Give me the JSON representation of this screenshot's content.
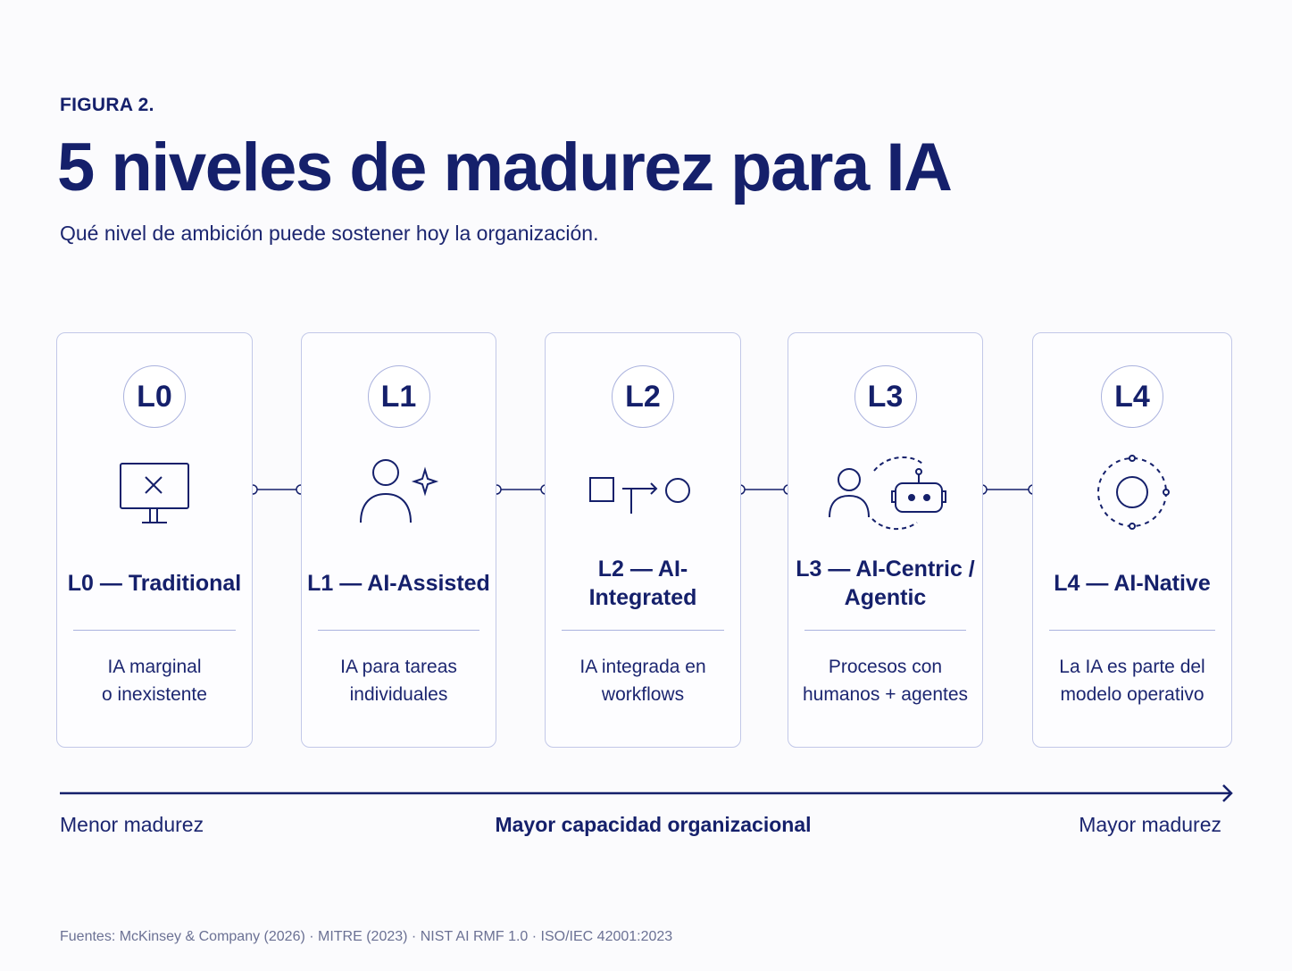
{
  "figure_label": "FIGURA 2.",
  "title": "5 niveles de madurez para IA",
  "subtitle": "Qué nivel de ambición puede sostener hoy la organización.",
  "levels": [
    {
      "badge": "L0",
      "title": "L0 — Traditional",
      "desc1": "IA marginal",
      "desc2": "o inexistente",
      "icon": "monitor-x-icon"
    },
    {
      "badge": "L1",
      "title": "L1 — AI-Assisted",
      "desc1": "IA para tareas",
      "desc2": "individuales",
      "icon": "person-sparkle-icon"
    },
    {
      "badge": "L2",
      "title": "L2 — AI-Integrated",
      "desc1": "IA integrada en",
      "desc2": "workflows",
      "icon": "workflow-icon"
    },
    {
      "badge": "L3",
      "title": "L3 — AI-Centric / Agentic",
      "desc1": "Procesos con",
      "desc2": "humanos + agentes",
      "icon": "person-robot-icon"
    },
    {
      "badge": "L4",
      "title": "L4 — AI-Native",
      "desc1": "La IA es parte del",
      "desc2": "modelo operativo",
      "icon": "orbit-icon"
    }
  ],
  "axis": {
    "left": "Menor madurez",
    "center": "Mayor capacidad organizacional",
    "right": "Mayor madurez"
  },
  "sources": "Fuentes: McKinsey & Company (2026) · MITRE (2023) · NIST AI RMF 1.0 · ISO/IEC 42001:2023",
  "colors": {
    "ink": "#15206b",
    "card_border": "#c2c8e8",
    "background": "#fbfbfd",
    "muted": "#6b7194"
  }
}
